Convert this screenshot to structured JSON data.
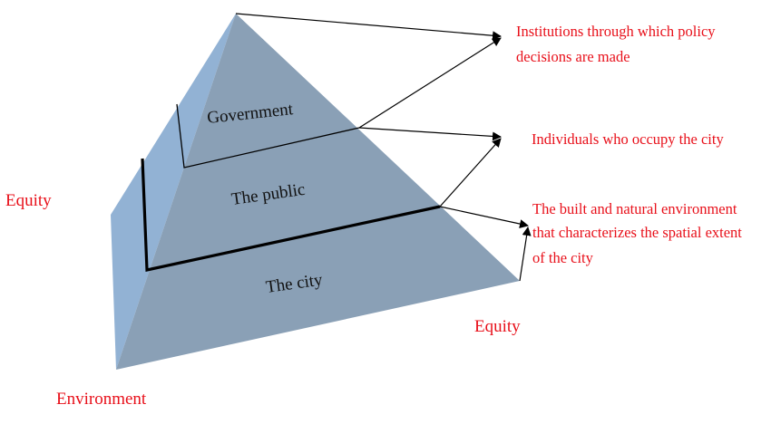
{
  "levels": {
    "government": "Government",
    "public": "The public",
    "city": "The city"
  },
  "descriptions": {
    "institutions": [
      "Institutions through which policy",
      "decisions are made"
    ],
    "individuals": [
      "Individuals who occupy the city"
    ],
    "environment": [
      "The built and natural environment",
      "that characterizes the spatial extent",
      "of the city"
    ]
  },
  "axis_labels": {
    "equity_left": "Equity",
    "equity_right": "Equity",
    "environment": "Environment"
  },
  "colors": {
    "pyramid_front": "#8aa0b6",
    "pyramid_side": "#92b2d4",
    "annotation": "#e8101a"
  }
}
